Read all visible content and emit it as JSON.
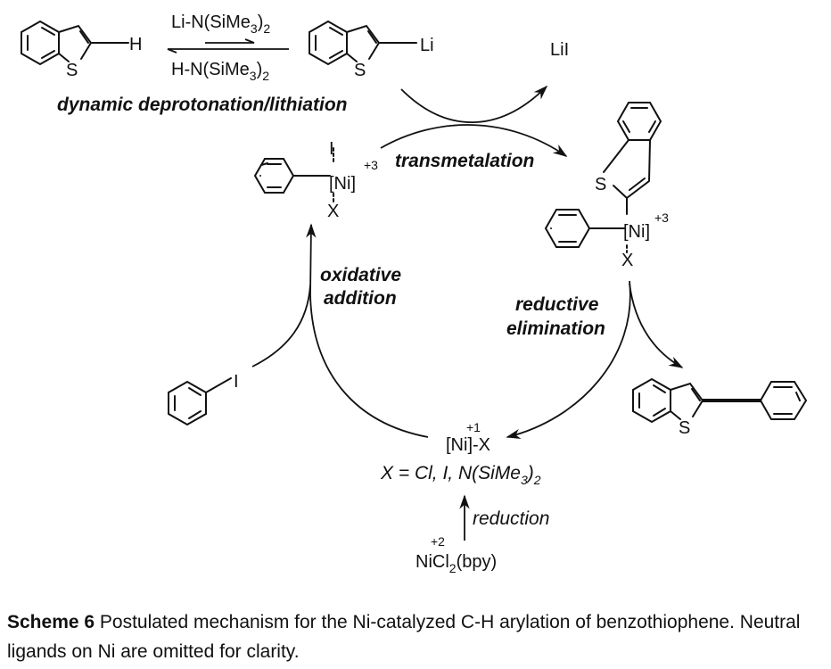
{
  "scheme": {
    "top_reaction": {
      "reactant": {
        "name": "benzothiophene",
        "atom_S": "S",
        "atom_H": "H"
      },
      "reagent_forward": {
        "main": "Li-N(SiMe",
        "sub1": "3",
        "mid": ")",
        "sub2": "2"
      },
      "reagent_reverse": {
        "main": "H-N(SiMe",
        "sub1": "3",
        "mid": ")",
        "sub2": "2"
      },
      "product": {
        "name": "2-lithiobenzothiophene",
        "atom_S": "S",
        "atom_Li": "Li"
      },
      "step_label": "dynamic deprotonation/lithiation"
    },
    "byproduct": "LiI",
    "steps": {
      "transmetalation": "transmetalation",
      "oxidative_line1": "oxidative",
      "oxidative_line2": "addition",
      "reductive_line1": "reductive",
      "reductive_line2": "elimination",
      "reduction": "reduction"
    },
    "ni3_iodide": {
      "atom_I": "I",
      "metal": "[Ni]",
      "charge": "+3",
      "atom_X": "X"
    },
    "ni3_aryl": {
      "atom_S": "S",
      "metal": "[Ni]",
      "charge": "+3",
      "atom_X": "X"
    },
    "aryl_iodide": {
      "atom_I": "I"
    },
    "ni1": {
      "formula": "[Ni]-X",
      "charge": "+1",
      "definition_main": "X = Cl, I, N(SiMe",
      "definition_sub1": "3",
      "definition_mid": ")",
      "definition_sub2": "2"
    },
    "precatalyst": {
      "pre": "NiCl",
      "sub": "2",
      "post": "(bpy)",
      "charge": "+2"
    },
    "product": {
      "name": "2-phenylbenzothiophene",
      "atom_S": "S"
    }
  },
  "caption": {
    "label": "Scheme 6",
    "text": " Postulated mechanism for the Ni-catalyzed C-H arylation of benzothiophene. Neutral ligands on Ni are omitted for clarity."
  }
}
